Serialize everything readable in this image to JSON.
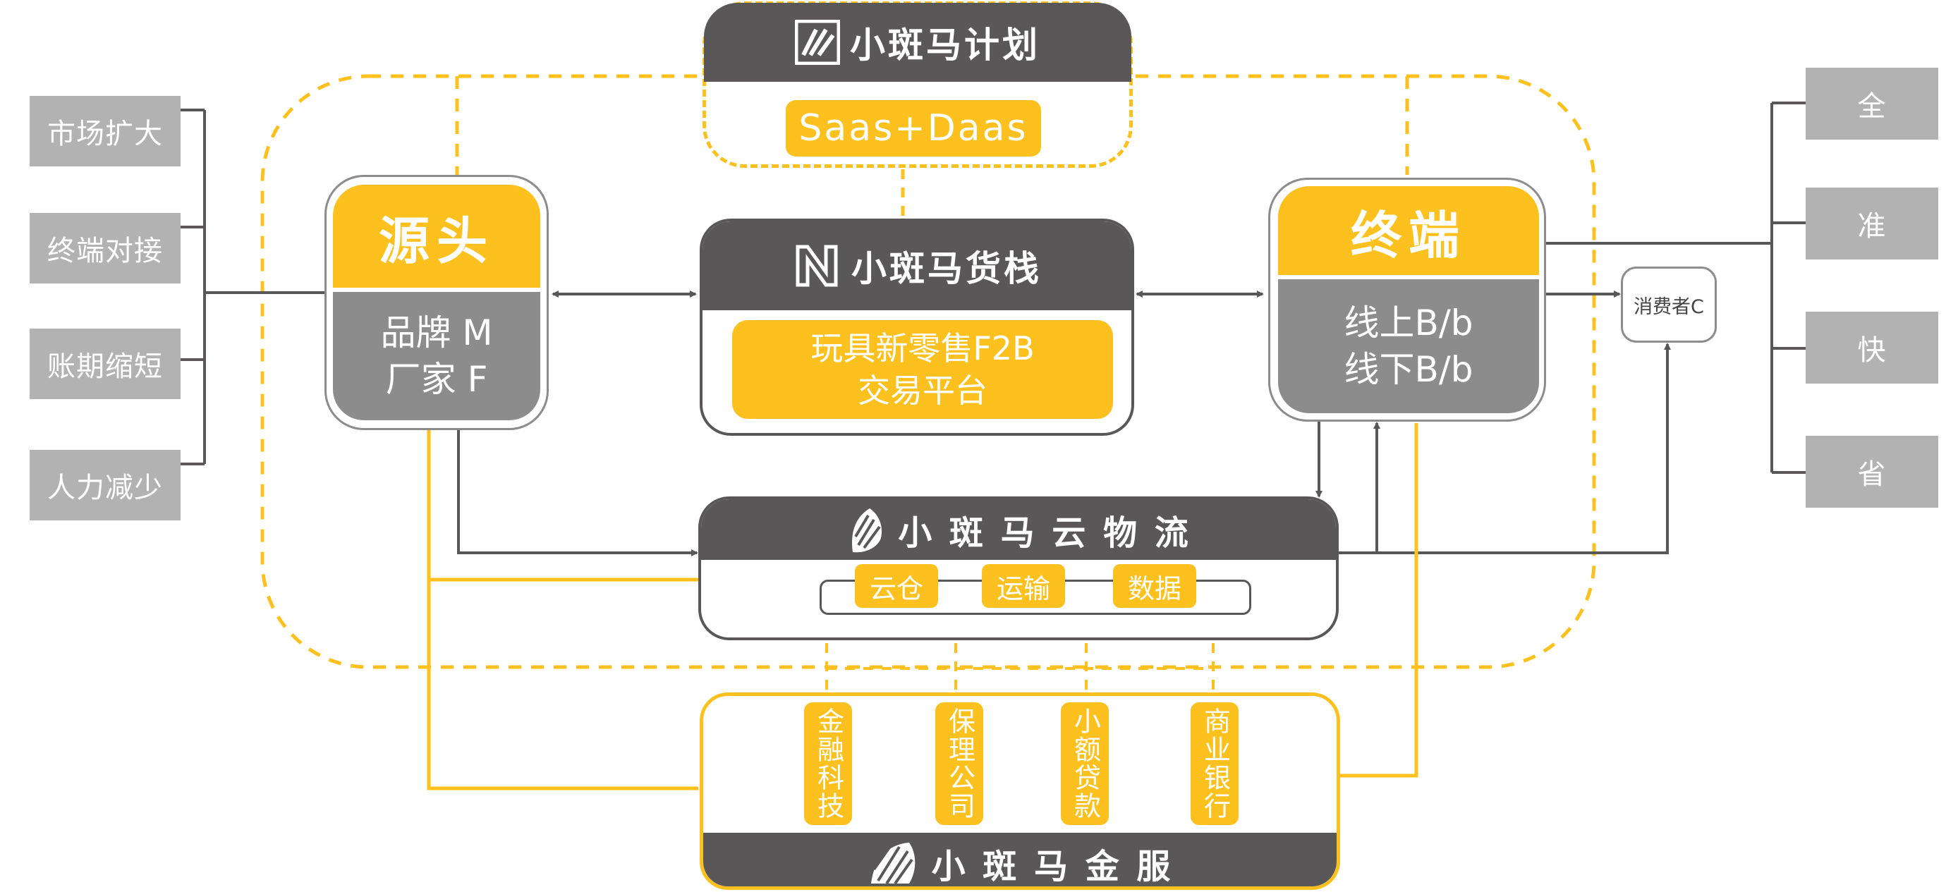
{
  "left_labels": [
    "市场扩大",
    "终端对接",
    "账期缩短",
    "人力减少"
  ],
  "right_labels": [
    "全",
    "准",
    "快",
    "省"
  ],
  "plan": {
    "title": "小斑马计划",
    "subtitle": "Saas+Daas"
  },
  "source": {
    "title": "源头",
    "line1": "品牌 M",
    "line2": "厂家 F"
  },
  "terminal": {
    "title": "终端",
    "line1": "线上B/b",
    "line2": "线下B/b"
  },
  "consumer": "消费者C",
  "shelf": {
    "title": "小斑马货栈",
    "line1": "玩具新零售F2B",
    "line2": "交易平台"
  },
  "logistics": {
    "title": "小 斑 马 云 物 流",
    "tags": [
      "云仓",
      "运输",
      "数据"
    ]
  },
  "finance": {
    "title": "小 斑 马 金 服",
    "items": [
      "金融科技",
      "保理公司",
      "小额贷款",
      "商业银行"
    ]
  },
  "colors": {
    "yellow": "#fdc11f",
    "dark": "#595757",
    "gray": "#8c8c8c",
    "light_gray": "#b2b2b2"
  }
}
